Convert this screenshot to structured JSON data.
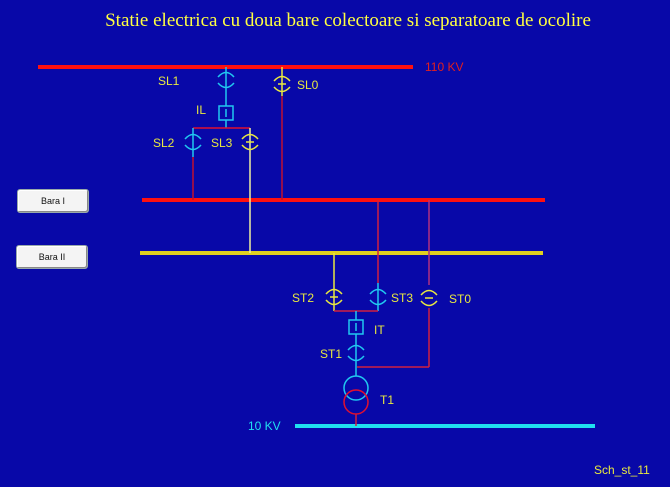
{
  "title": "Statie electrica cu doua  bare colectoare si separatoare de ocolire",
  "buses": {
    "hv_label": "110 KV",
    "lv_label": "10 KV"
  },
  "buttons": {
    "bara1": "Bara I",
    "bara2": "Bara II"
  },
  "labels": {
    "SL1": "SL1",
    "SL0": "SL0",
    "IL": "IL",
    "SL2": "SL2",
    "SL3": "SL3",
    "ST2": "ST2",
    "ST3": "ST3",
    "ST0": "ST0",
    "IT": "IT",
    "ST1": "ST1",
    "T1": "T1"
  },
  "states": {
    "SL1": "closed",
    "SL0": "open",
    "SL2": "closed",
    "SL3": "open",
    "ST2": "open",
    "ST3": "closed",
    "ST0": "open",
    "ST1": "closed"
  },
  "footer": "Sch_st_11",
  "colors": {
    "background": "#0808a8",
    "bus_110": "#ff1010",
    "bara1": "#ff1010",
    "bara2": "#e0d020",
    "bus_10": "#20e0f0",
    "closed": "#20c8f0",
    "open": "#e8e840",
    "wire_red": "#e01030"
  }
}
